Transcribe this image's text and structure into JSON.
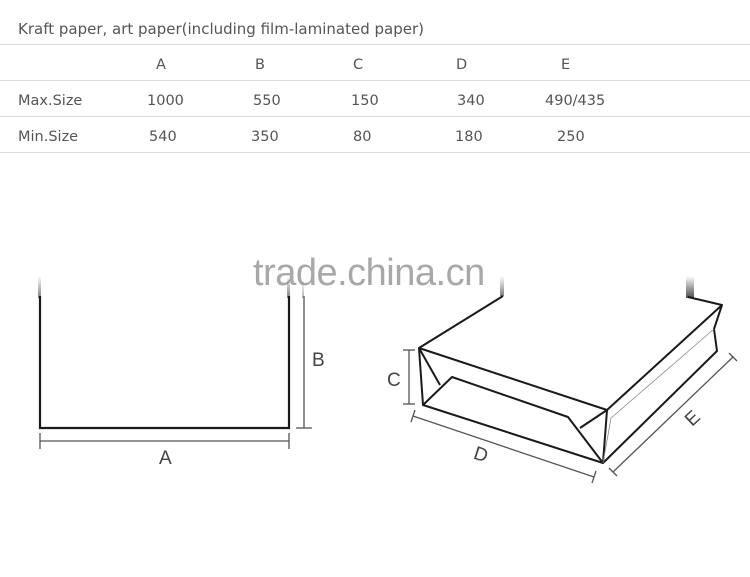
{
  "table": {
    "title": "Kraft paper, art paper(including film-laminated paper)",
    "headers": [
      "",
      "A",
      "B",
      "C",
      "D",
      "E"
    ],
    "rows": [
      {
        "label": "Max.Size",
        "values": [
          "1000",
          "550",
          "150",
          "340",
          "490/435"
        ]
      },
      {
        "label": "Min.Size",
        "values": [
          "540",
          "350",
          "80",
          "180",
          "250"
        ]
      }
    ]
  },
  "diagram": {
    "flat_view": {
      "width_label": "A",
      "height_label": "B"
    },
    "iso_view": {
      "height_label": "C",
      "length_label": "D",
      "depth_label": "E"
    }
  },
  "watermark": "trade.china.cn"
}
